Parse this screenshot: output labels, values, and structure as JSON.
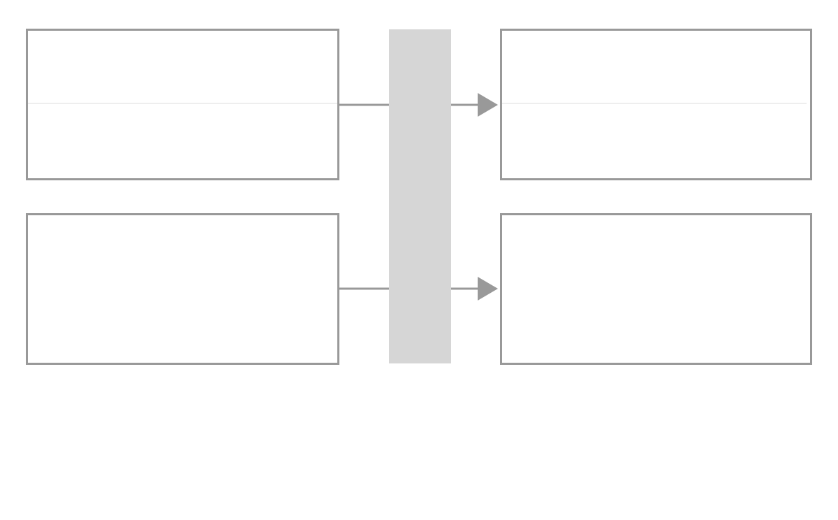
{
  "diagram": {
    "background_color": "#ffffff",
    "box_border_color": "#999999",
    "divider_line_color": "#dddddd",
    "connector_color": "#999999",
    "center_bar_color": "#d6d6d6",
    "left_boxes": [
      {
        "id": "top-left",
        "has_divider": true
      },
      {
        "id": "bottom-left",
        "has_divider": false
      }
    ],
    "right_boxes": [
      {
        "id": "top-right",
        "has_divider": true
      },
      {
        "id": "bottom-right",
        "has_divider": false
      }
    ],
    "connectors": [
      {
        "from": "top-left",
        "to": "top-right",
        "arrowhead": "end"
      },
      {
        "from": "bottom-left",
        "to": "bottom-right",
        "arrowhead": "end"
      }
    ]
  }
}
